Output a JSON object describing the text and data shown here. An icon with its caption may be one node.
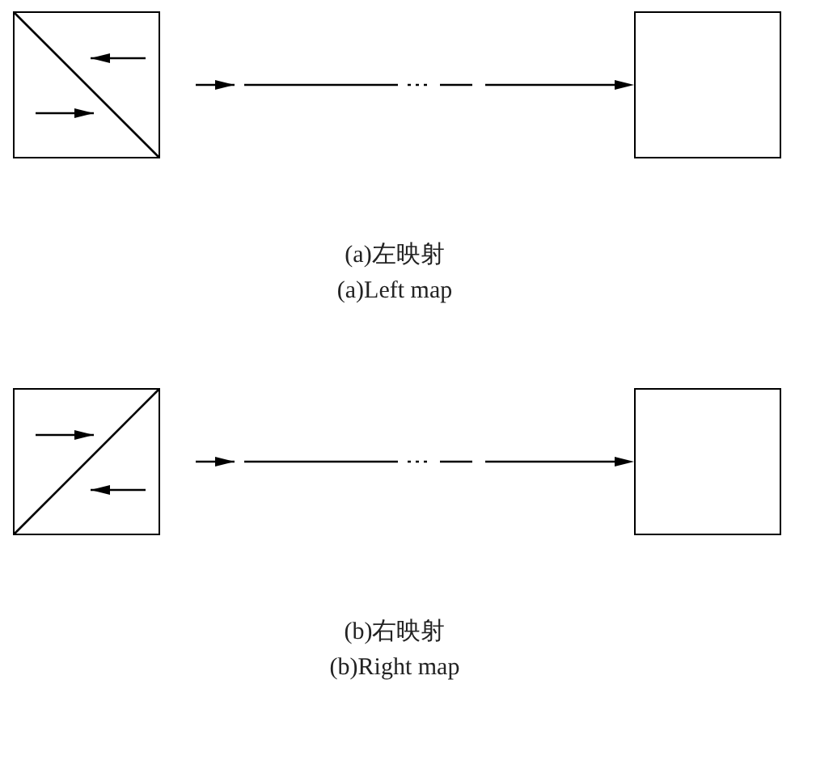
{
  "diagram": {
    "nodes": [
      {
        "text": [],
        "shape": "box"
      },
      {
        "text": [],
        "shape": "box"
      },
      {
        "text": [],
        "shape": "box"
      },
      {
        "text": [],
        "shape": "box"
      }
    ],
    "edges": [
      {
        "from": 0,
        "to": 1,
        "arrow": "to",
        "style": "dashed"
      },
      {
        "from": 2,
        "to": 3,
        "arrow": "to",
        "style": "dashed"
      }
    ],
    "labels": [
      "(a)左映射",
      "(a)Left map",
      "(b)右映射",
      "(b)Right map"
    ]
  }
}
